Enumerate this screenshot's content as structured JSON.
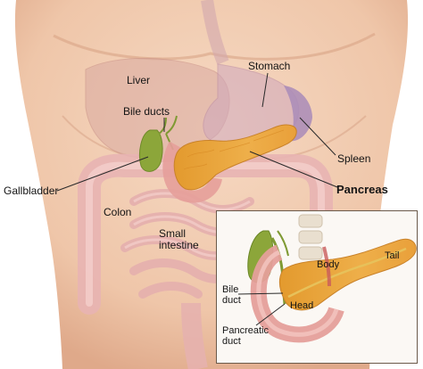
{
  "diagram": {
    "labels": {
      "liver": "Liver",
      "stomach": "Stomach",
      "bile_ducts": "Bile ducts",
      "spleen": "Spleen",
      "gallbladder": "Gallbladder",
      "pancreas": "Pancreas",
      "colon": "Colon",
      "small_intestine_line1": "Small",
      "small_intestine_line2": "intestine"
    },
    "inset_labels": {
      "body": "Body",
      "tail": "Tail",
      "bile_duct_line1": "Bile",
      "bile_duct_line2": "duct",
      "head": "Head",
      "pancreatic_duct_line1": "Pancreatic",
      "pancreatic_duct_line2": "duct"
    },
    "colors": {
      "skin": "#f3cfb4",
      "skin_shadow": "#e2ad8e",
      "organ_translucent": "#d8a4a4",
      "intestine": "#eab7b5",
      "pancreas": "#e8a23a",
      "gallbladder": "#8aa53a",
      "stomach": "#c9a0b8",
      "spleen": "#a488b0",
      "label_line": "#2a2a2a"
    }
  }
}
